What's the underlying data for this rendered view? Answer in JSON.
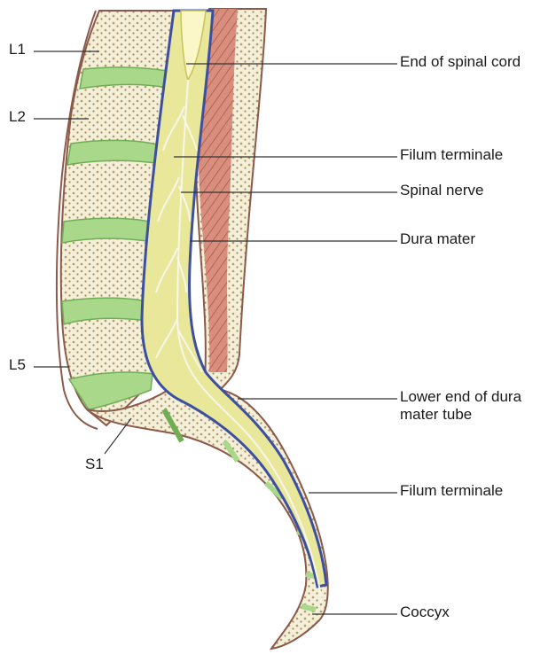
{
  "diagram": {
    "left_labels": [
      {
        "id": "l1",
        "text": "L1"
      },
      {
        "id": "l2",
        "text": "L2"
      },
      {
        "id": "l5",
        "text": "L5"
      },
      {
        "id": "s1",
        "text": "S1"
      }
    ],
    "right_labels": [
      {
        "id": "end-of-spinal-cord",
        "text": "End of spinal cord"
      },
      {
        "id": "filum-terminale-upper",
        "text": "Filum terminale"
      },
      {
        "id": "spinal-nerve",
        "text": "Spinal nerve"
      },
      {
        "id": "dura-mater",
        "text": "Dura mater"
      },
      {
        "id": "lower-end-dura",
        "text": "Lower end of dura mater tube"
      },
      {
        "id": "filum-terminale-lower",
        "text": "Filum terminale"
      },
      {
        "id": "coccyx",
        "text": "Coccyx"
      }
    ],
    "colors": {
      "bone": "#f3efd9",
      "bone_dots": "#b59a6a",
      "disc": "#a9d88a",
      "disc_dark": "#6fae55",
      "cord": "#e9e79a",
      "cord_dark": "#c8c35a",
      "dura": "#3d4fa0",
      "muscle": "#d88a7a",
      "muscle_line": "#a8503e",
      "outline": "#8a5a4a",
      "leader": "#333333"
    }
  }
}
